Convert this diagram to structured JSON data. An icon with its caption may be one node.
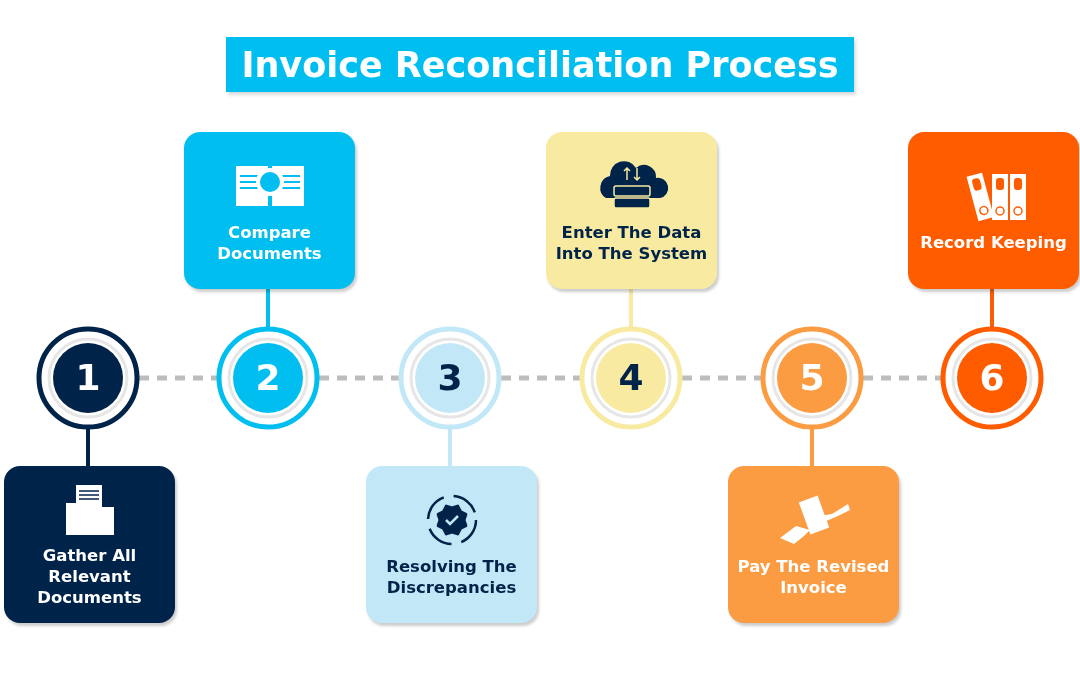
{
  "diagram": {
    "title": "Invoice Reconciliation Process",
    "nodes": [
      {
        "text": [
          "1"
        ]
      },
      {
        "text": [
          "Gather All Relevant Documents"
        ]
      },
      {
        "text": [
          "2"
        ]
      },
      {
        "text": [
          "Compare Documents"
        ]
      },
      {
        "text": [
          "3"
        ]
      },
      {
        "text": [
          "Resolving The Discrepancies"
        ]
      },
      {
        "text": [
          "4"
        ]
      },
      {
        "text": [
          "Enter The Data Into The System"
        ]
      },
      {
        "text": [
          "5"
        ]
      },
      {
        "text": [
          "Pay The Revised Invoice"
        ]
      },
      {
        "text": [
          "6"
        ]
      },
      {
        "text": [
          "Record Keeping"
        ]
      }
    ],
    "edges": [
      {
        "from": 0,
        "to": 1,
        "arrow": "none",
        "color": "#00234a"
      },
      {
        "from": 2,
        "to": 3,
        "arrow": "none",
        "color": "#00bff0"
      },
      {
        "from": 4,
        "to": 5,
        "arrow": "none",
        "color": "#c2e8f8"
      },
      {
        "from": 6,
        "to": 7,
        "arrow": "none",
        "color": "#f8eaa0"
      },
      {
        "from": 8,
        "to": 9,
        "arrow": "none",
        "color": "#fb9b42"
      },
      {
        "from": 10,
        "to": 11,
        "arrow": "none",
        "color": "#ff5c00"
      },
      {
        "from": 0,
        "to": 2,
        "arrow": "none",
        "style": "dashed",
        "color": "#bdbdbd"
      },
      {
        "from": 2,
        "to": 4,
        "arrow": "none",
        "style": "dashed",
        "color": "#bdbdbd"
      },
      {
        "from": 4,
        "to": 6,
        "arrow": "none",
        "style": "dashed",
        "color": "#bdbdbd"
      },
      {
        "from": 6,
        "to": 8,
        "arrow": "none",
        "style": "dashed",
        "color": "#bdbdbd"
      },
      {
        "from": 8,
        "to": 10,
        "arrow": "none",
        "style": "dashed",
        "color": "#bdbdbd"
      }
    ]
  }
}
